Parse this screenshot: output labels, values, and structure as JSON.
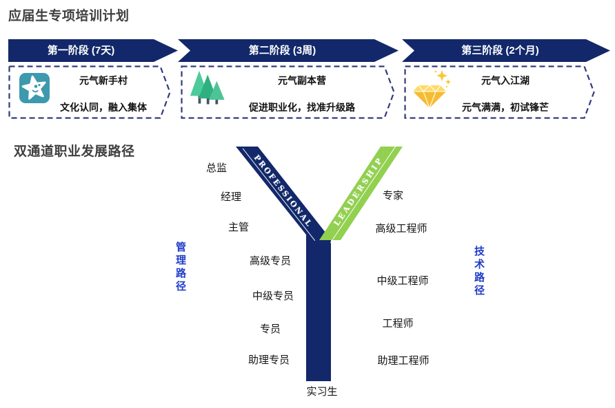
{
  "sections": {
    "training_title": "应届生专项培训计划",
    "career_title": "双通道职业发展路径"
  },
  "phases": [
    {
      "banner": "第一阶段 (7天)",
      "name": "元气新手村",
      "desc": "文化认同，融入集体",
      "icon": "star-badge-icon"
    },
    {
      "banner": "第二阶段 (3周)",
      "name": "元气副本营",
      "desc": "促进职业化，找准升级路",
      "icon": "trees-icon"
    },
    {
      "banner": "第三阶段 (2个月)",
      "name": "元气入江湖",
      "desc": "元气满满，初试锋芒",
      "icon": "gem-icon"
    }
  ],
  "career": {
    "left_channel": "管理路径",
    "right_channel": "技术路径",
    "left_branch_word": "PROFESSIONAL",
    "right_branch_word": "LEADERSHIP",
    "management_levels": [
      "总监",
      "经理",
      "主管",
      "高级专员",
      "中级专员",
      "专员",
      "助理专员"
    ],
    "technical_levels": [
      "专家",
      "高级工程师",
      "中级工程师",
      "工程师",
      "助理工程师"
    ],
    "base_level": "实习生"
  },
  "colors": {
    "navy": "#12286A",
    "green": "#92D050",
    "dash_border": "#333A7C",
    "teal_icon": "#3E99AE",
    "tree_green": "#2EB080",
    "gem_gold": "#F5BC32",
    "path_label_blue": "#1F3CC8",
    "title_gray": "#3F3F3F"
  }
}
